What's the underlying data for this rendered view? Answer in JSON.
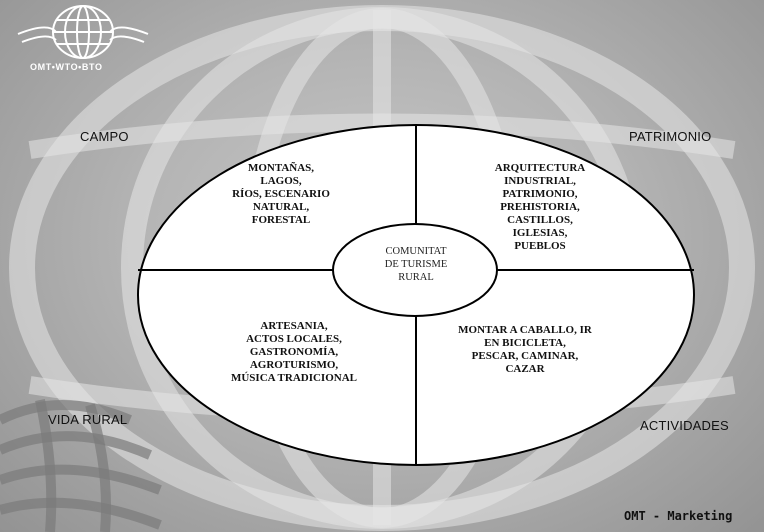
{
  "logo": {
    "text": "OMT•WTO•BTO",
    "icon": "globe-logo-icon"
  },
  "corners": {
    "campo": "CAMPO",
    "patrimonio": "PATRIMONIO",
    "vida_rural": "VIDA RURAL",
    "actividades": "ACTIVIDADES"
  },
  "center": {
    "lines": [
      "COMUNITAT",
      "DE TURISME",
      "RURAL"
    ]
  },
  "quadrants": {
    "top_left": [
      "MONTAÑAS,",
      "LAGOS,",
      "RÍOS, ESCENARIO",
      "NATURAL,",
      "FORESTAL"
    ],
    "top_right": [
      "ARQUITECTURA",
      "INDUSTRIAL,",
      "PATRIMONIO,",
      "PREHISTORIA,",
      "CASTILLOS,",
      "IGLESIAS,",
      "PUEBLOS"
    ],
    "bottom_left": [
      "ARTESANIA,",
      "ACTOS LOCALES,",
      "GASTRONOMÍA,",
      "AGROTURISMO,",
      "MÚSICA TRADICIONAL"
    ],
    "bottom_right": [
      "MONTAR A CABALLO, IR",
      "EN BICICLETA,",
      "PESCAR, CAMINAR,",
      "CAZAR"
    ]
  },
  "footer": "OMT - Marketing",
  "colors": {
    "background": "#b4b4b4",
    "ellipse_fill": "#ffffff",
    "stroke": "#000000"
  }
}
